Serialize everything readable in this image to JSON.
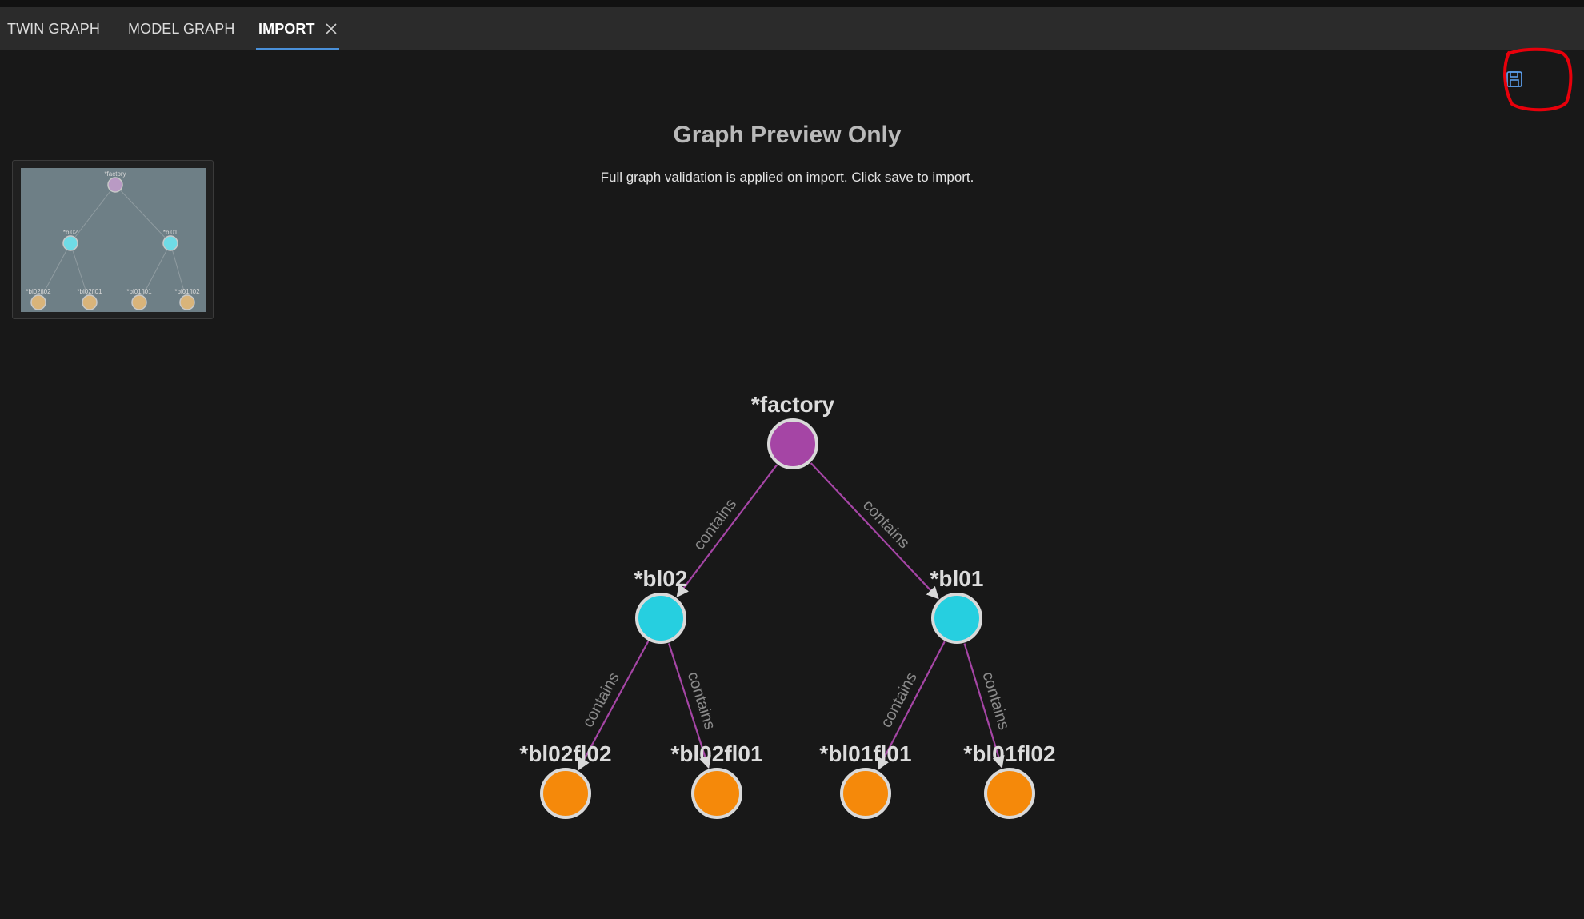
{
  "tabs": [
    {
      "label": "TWIN GRAPH",
      "active": false
    },
    {
      "label": "MODEL GRAPH",
      "active": false
    },
    {
      "label": "IMPORT",
      "active": true,
      "closable": true
    }
  ],
  "toolbar": {
    "save_icon": "save-icon",
    "highlight_color": "#e8000b"
  },
  "header": {
    "title": "Graph Preview Only",
    "subtitle": "Full graph validation is applied on import. Click save to import."
  },
  "graph": {
    "nodes": [
      {
        "id": "factory",
        "label": "*factory",
        "color": "#a545a5"
      },
      {
        "id": "bl02",
        "label": "*bl02",
        "color": "#26cfe0"
      },
      {
        "id": "bl01",
        "label": "*bl01",
        "color": "#26cfe0"
      },
      {
        "id": "bl02fl02",
        "label": "*bl02fl02",
        "color": "#f5890a"
      },
      {
        "id": "bl02fl01",
        "label": "*bl02fl01",
        "color": "#f5890a"
      },
      {
        "id": "bl01fl01",
        "label": "*bl01fl01",
        "color": "#f5890a"
      },
      {
        "id": "bl01fl02",
        "label": "*bl01fl02",
        "color": "#f5890a"
      }
    ],
    "edges": [
      {
        "from": "factory",
        "to": "bl02",
        "label": "contains"
      },
      {
        "from": "factory",
        "to": "bl01",
        "label": "contains"
      },
      {
        "from": "bl02",
        "to": "bl02fl02",
        "label": "contains"
      },
      {
        "from": "bl02",
        "to": "bl02fl01",
        "label": "contains"
      },
      {
        "from": "bl01",
        "to": "bl01fl01",
        "label": "contains"
      },
      {
        "from": "bl01",
        "to": "bl01fl02",
        "label": "contains"
      }
    ],
    "edge_color": "#a545a5",
    "node_border_color": "#d9d9d9"
  },
  "minimap": {
    "labels": [
      "*factory",
      "*bl02",
      "*bl01",
      "*bl02fl02",
      "*bl02fl01",
      "*bl01fl01",
      "*bl01fl02"
    ]
  }
}
